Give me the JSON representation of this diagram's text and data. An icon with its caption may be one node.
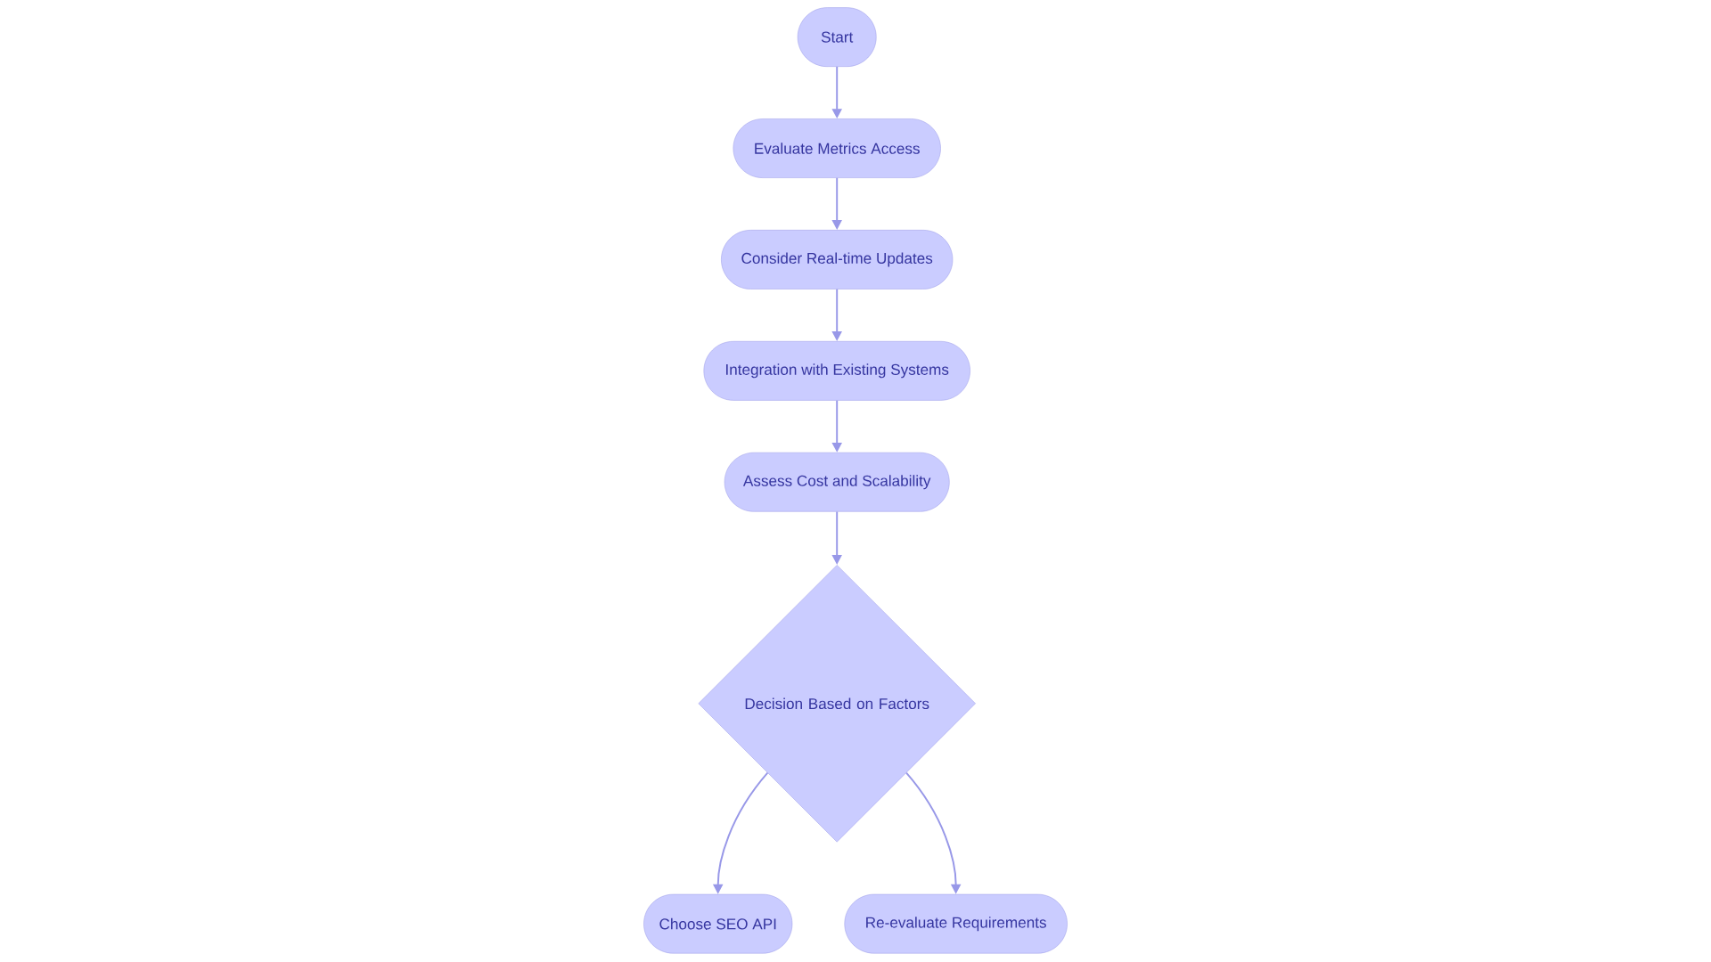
{
  "diagram": {
    "nodes": [
      {
        "text": [
          "Start"
        ]
      },
      {
        "text": [
          "Evaluate Metrics Access"
        ]
      },
      {
        "text": [
          "Consider Real-time Updates"
        ]
      },
      {
        "text": [
          "Integration with Existing Systems"
        ]
      },
      {
        "text": [
          "Assess Cost and Scalability"
        ]
      },
      {
        "text": [
          "Decision Based on Factors"
        ]
      },
      {
        "text": [
          "Choose SEO API"
        ]
      },
      {
        "text": [
          "Re-evaluate Requirements"
        ]
      }
    ],
    "edges": [
      {
        "from": 0,
        "to": 1,
        "arrow": "to"
      },
      {
        "from": 1,
        "to": 2,
        "arrow": "to"
      },
      {
        "from": 2,
        "to": 3,
        "arrow": "to"
      },
      {
        "from": 3,
        "to": 4,
        "arrow": "to"
      },
      {
        "from": 4,
        "to": 5,
        "arrow": "to"
      },
      {
        "from": 5,
        "to": 6,
        "arrow": "to"
      },
      {
        "from": 5,
        "to": 7,
        "arrow": "to"
      }
    ]
  }
}
